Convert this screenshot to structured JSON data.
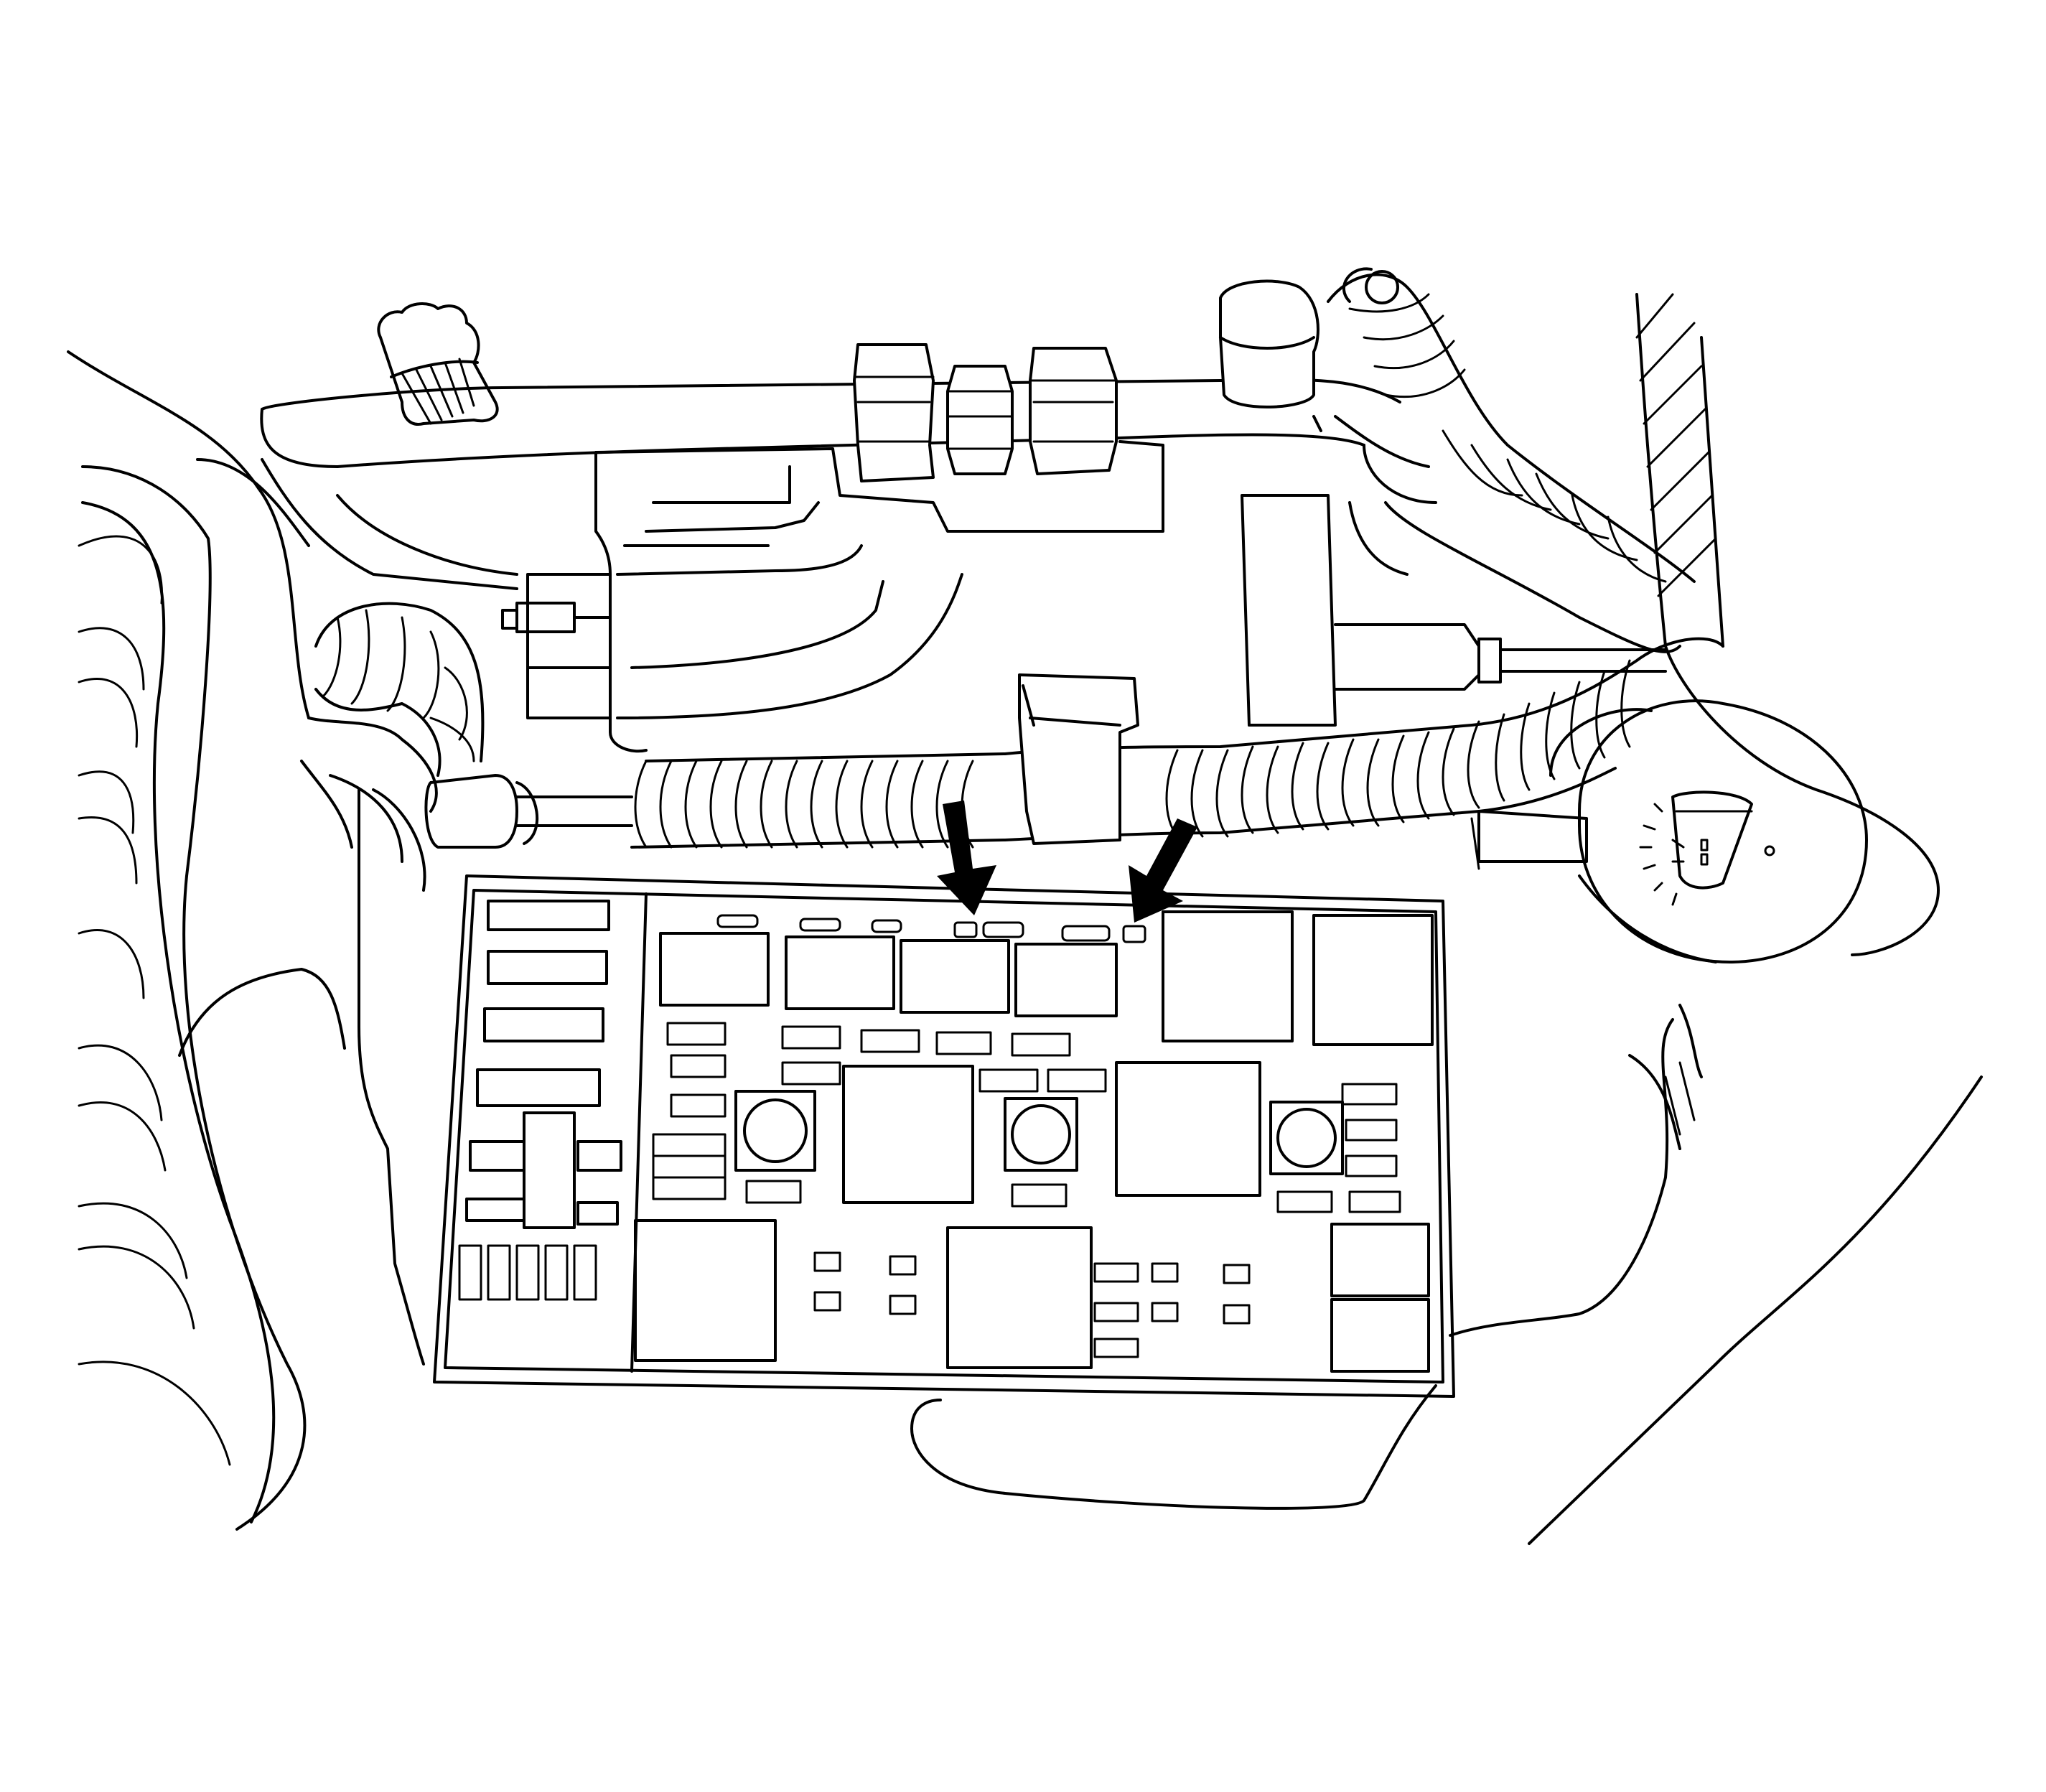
{
  "figure": {
    "title": "",
    "caption": "",
    "labels": []
  },
  "callouts": [
    {
      "name": "left-arrow",
      "points_to": "fuse-block-retaining-tab-left"
    },
    {
      "name": "right-arrow",
      "points_to": "fuse-block-retaining-tab-right"
    }
  ],
  "washer_reservoir_cap": {
    "icon": "windshield-washer-symbol"
  },
  "colors": {
    "line": "#000000",
    "background": "#ffffff"
  }
}
